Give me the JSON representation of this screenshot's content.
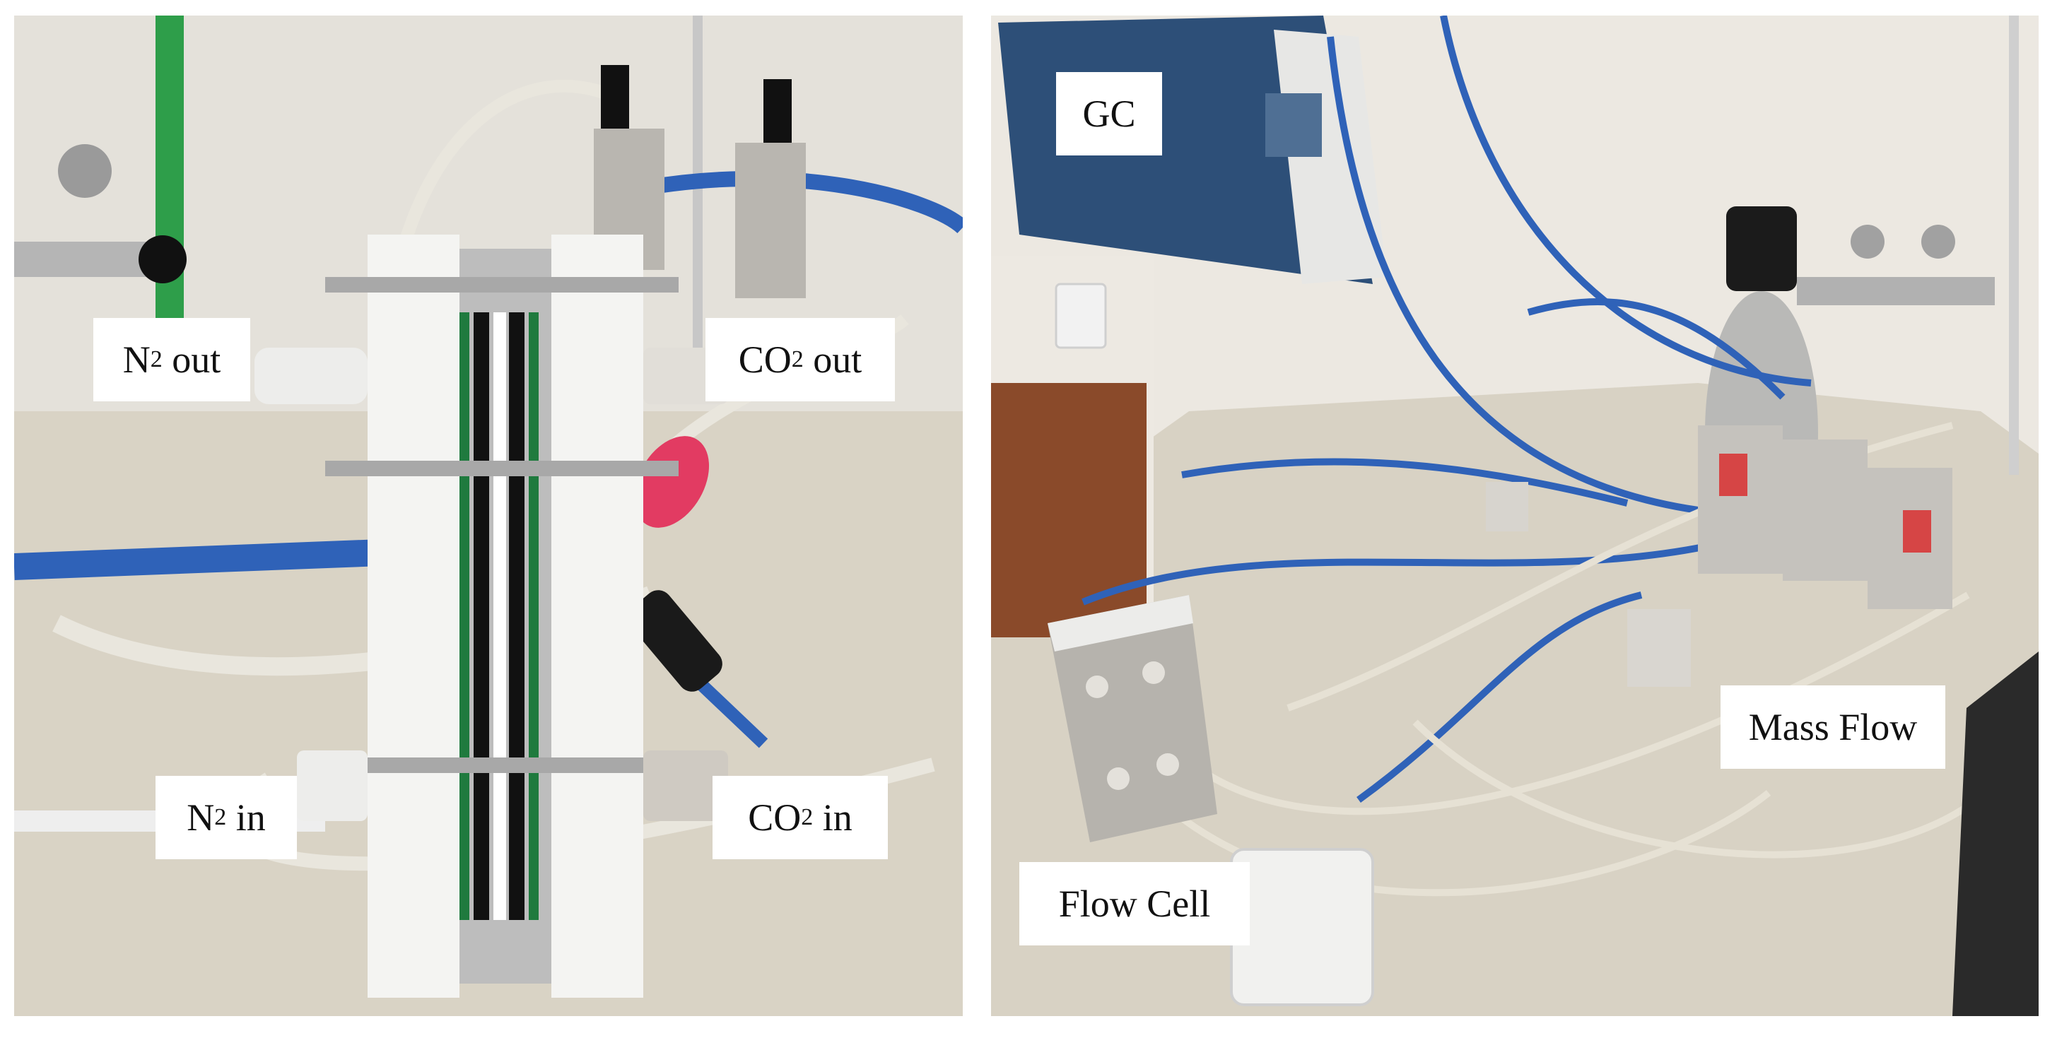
{
  "figure": {
    "left_panel": {
      "labels": {
        "n2_out": {
          "prefix": "N",
          "sub": "2",
          "suffix": " out"
        },
        "co2_out": {
          "prefix": "CO",
          "sub": "2",
          "suffix": " out"
        },
        "n2_in": {
          "prefix": "N",
          "sub": "2",
          "suffix": " in"
        },
        "co2_in": {
          "prefix": "CO",
          "sub": "2",
          "suffix": " in"
        }
      }
    },
    "right_panel": {
      "labels": {
        "gc": "GC",
        "mass_flow": "Mass Flow",
        "flow_cell": "Flow Cell"
      }
    }
  },
  "colors": {
    "background": "#ffffff",
    "tube_blue": "#2f62b8",
    "tube_white": "#e9e6dd",
    "cell_plate": "#f4f4f2",
    "gc_body": "#2d4f78"
  }
}
